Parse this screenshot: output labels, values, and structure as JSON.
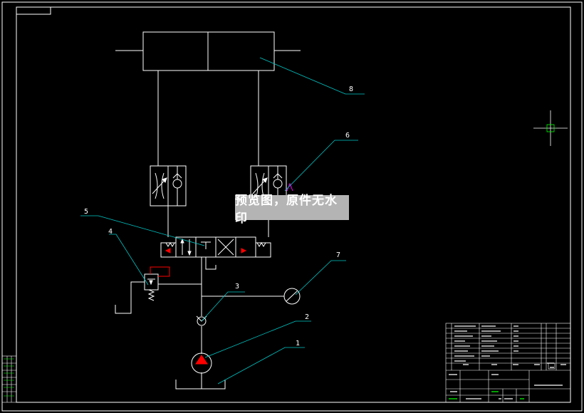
{
  "drawing": {
    "callouts": [
      {
        "id": "1",
        "label": "1"
      },
      {
        "id": "2",
        "label": "2"
      },
      {
        "id": "3",
        "label": "3"
      },
      {
        "id": "4",
        "label": "4"
      },
      {
        "id": "5",
        "label": "5"
      },
      {
        "id": "6",
        "label": "6"
      },
      {
        "id": "7",
        "label": "7"
      },
      {
        "id": "8",
        "label": "8"
      }
    ],
    "colors": {
      "background": "#000000",
      "line": "#ffffff",
      "leader": "#00c8c8",
      "accent_red": "#ff0000",
      "accent_magenta": "#ff00ff",
      "crosshair": "#00ff00"
    }
  },
  "watermark": {
    "text": "预览图，原件无水印"
  }
}
